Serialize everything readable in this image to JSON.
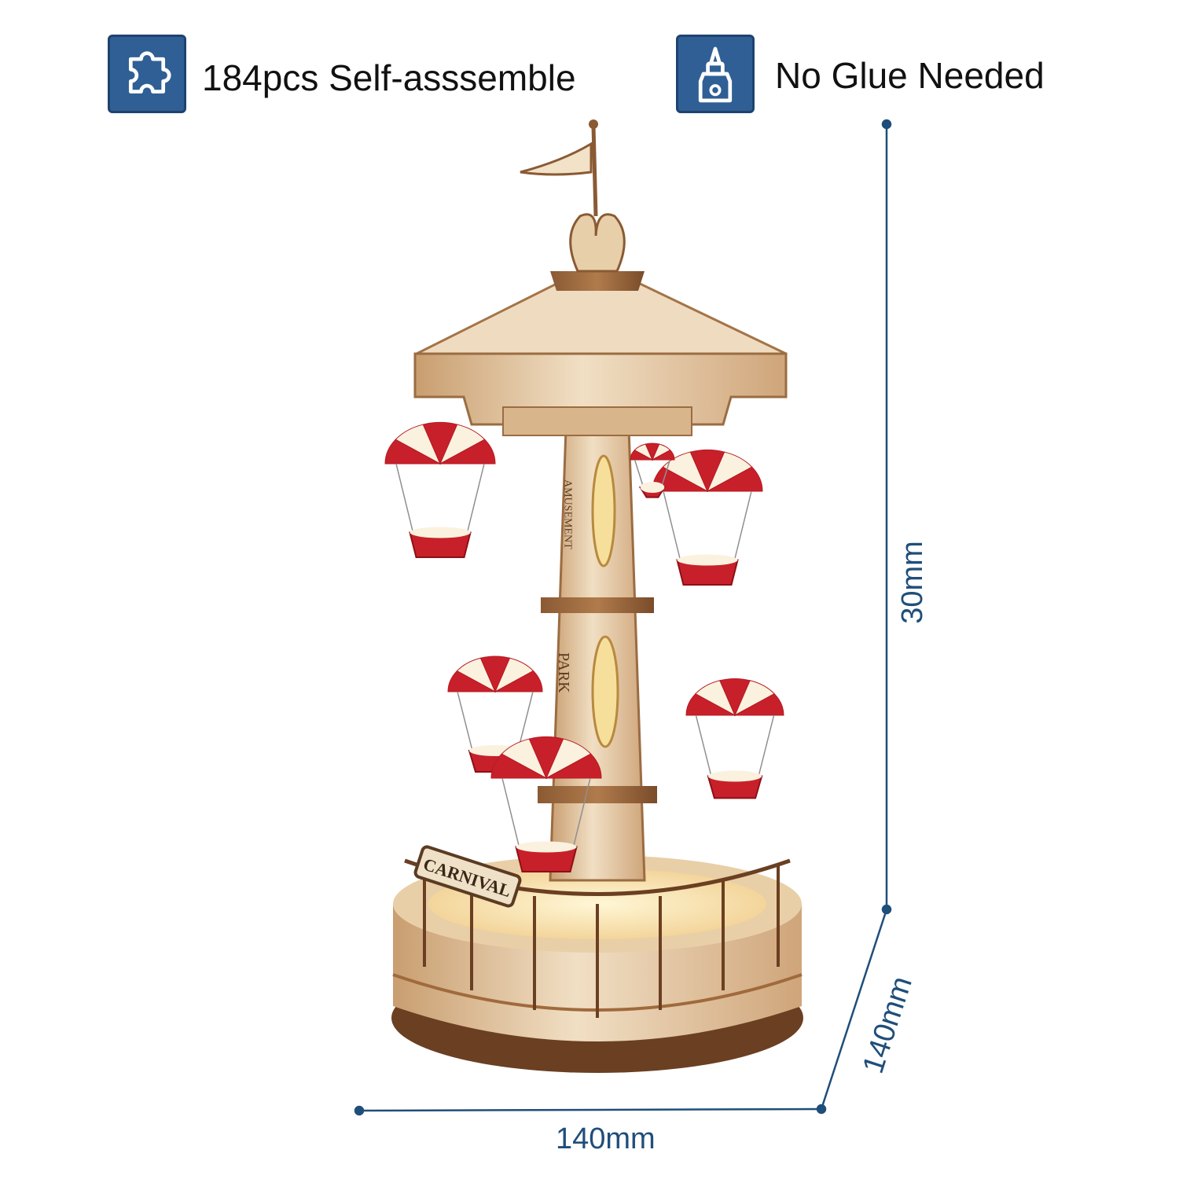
{
  "features": [
    {
      "icon": "puzzle-piece-icon",
      "label": "184pcs Self-asssemble"
    },
    {
      "icon": "glue-bottle-icon",
      "label": "No Glue Needed"
    }
  ],
  "dimensions": {
    "height": "30mm",
    "depth": "140mm",
    "width": "140mm"
  },
  "product": {
    "name": "wooden parachute tower carousel model",
    "sign_text": "CARNIVAL",
    "tower_text_upper": "AMUSEMENT",
    "tower_text_lower": "PARK"
  },
  "colors": {
    "icon_bg": "#2f5f95",
    "dimension_line": "#1f4e7a",
    "wood": "#e8d2b4",
    "parachute_red": "#c8202a",
    "parachute_cream": "#fbf1df"
  }
}
